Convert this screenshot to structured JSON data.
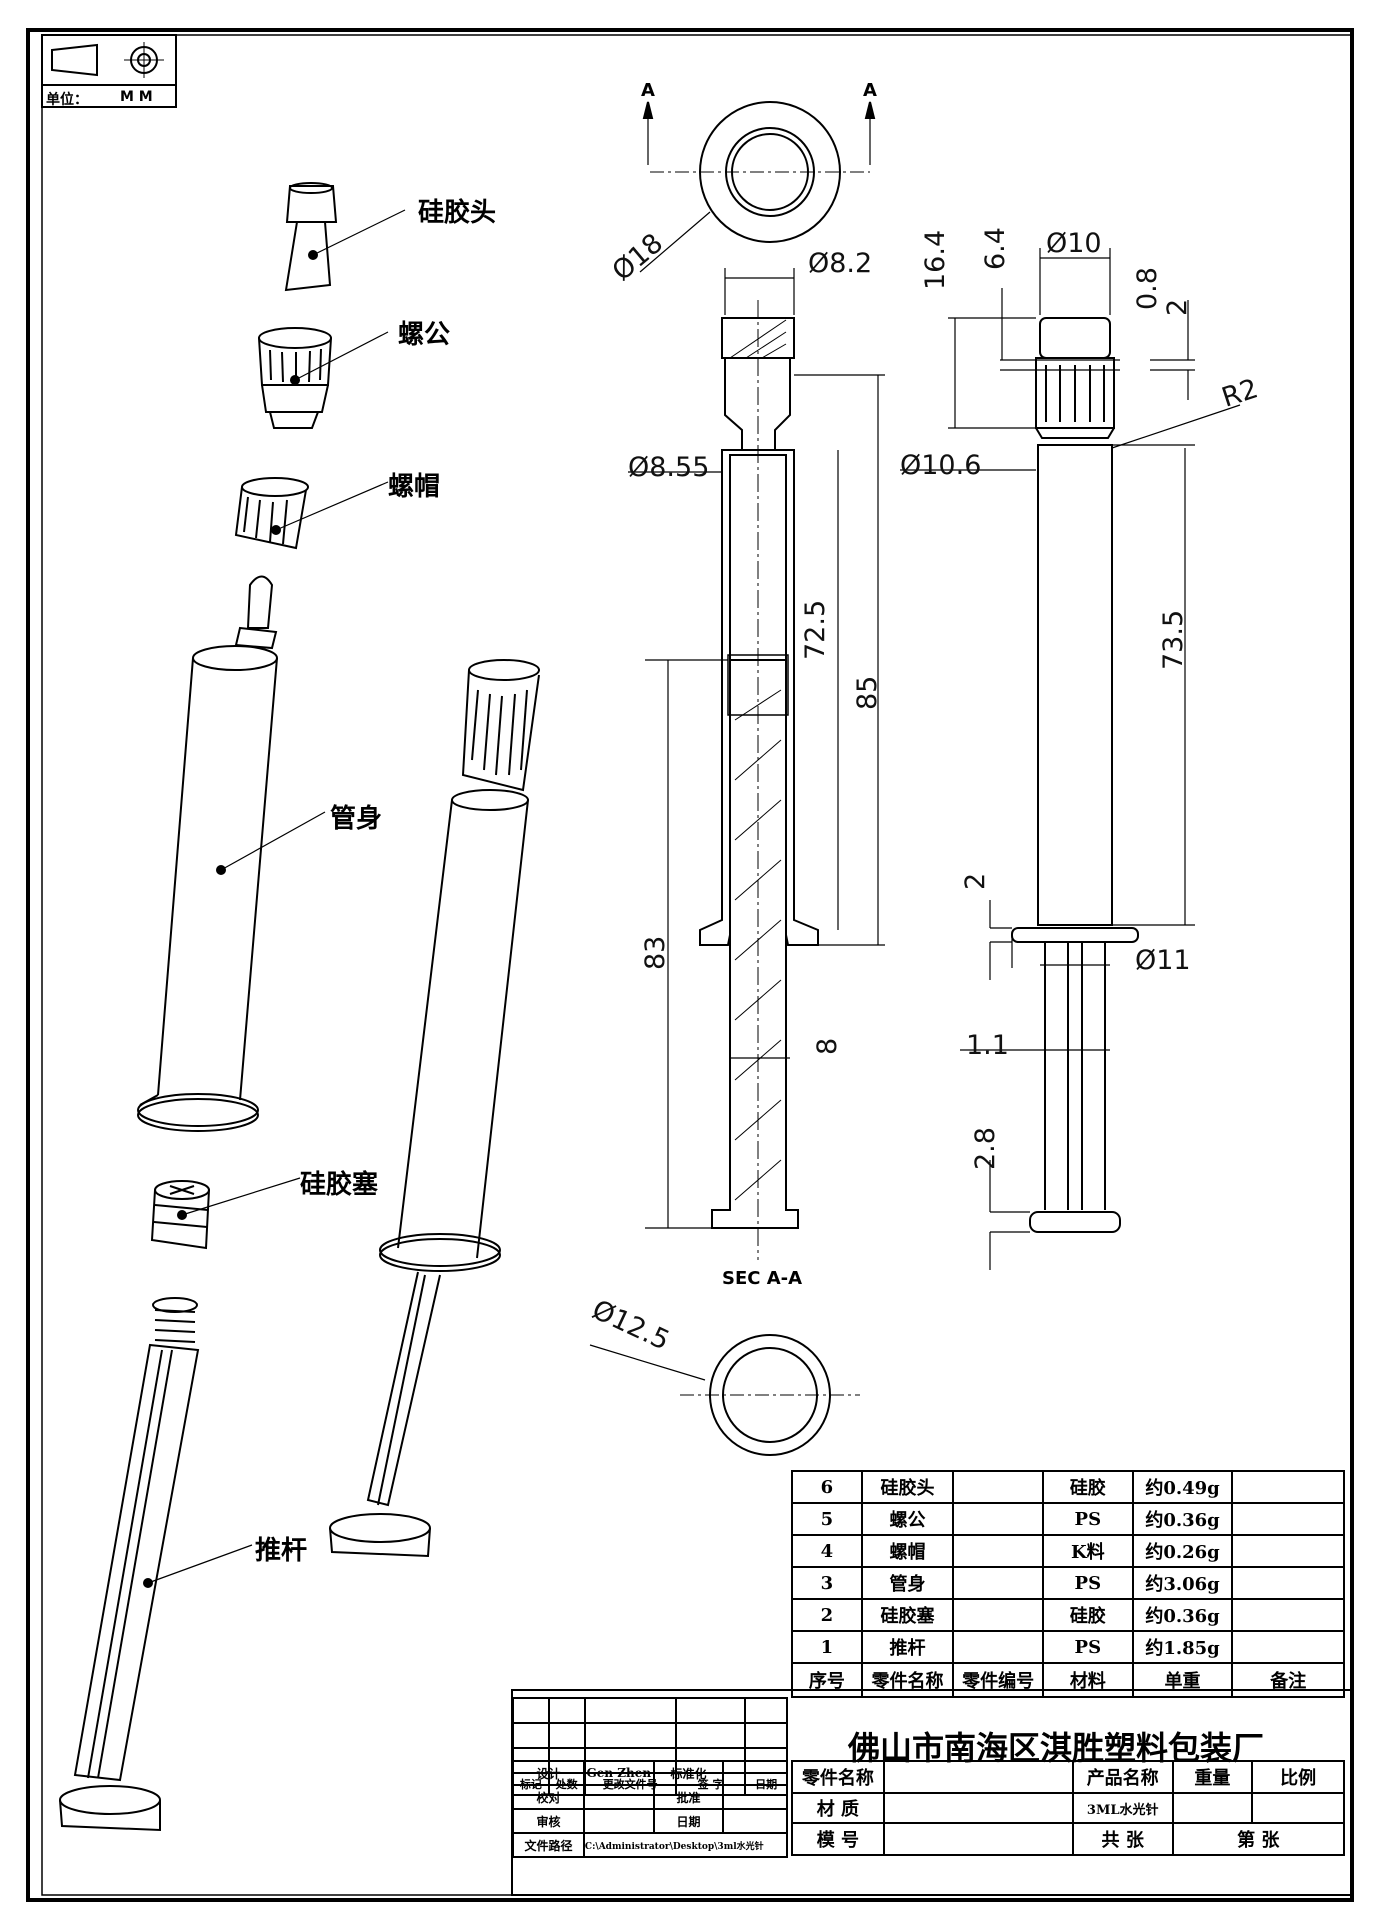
{
  "units": {
    "label": "单位：",
    "value": "M M"
  },
  "parts_labels": {
    "silicone_head": "硅胶头",
    "nut": "螺公",
    "cap": "螺帽",
    "barrel": "管身",
    "silicone_plug": "硅胶塞",
    "plunger": "推杆"
  },
  "section_marks": {
    "a_left": "A",
    "a_right": "A",
    "section_title": "SEC A-A"
  },
  "dimensions": {
    "d18": "Ø18",
    "d8_2": "Ø8.2",
    "d8_55": "Ø8.55",
    "d10_6": "Ø10.6",
    "d10": "Ø10",
    "d11": "Ø11",
    "d12_5": "Ø12.5",
    "r2": "R2",
    "l16_4": "16.4",
    "l6_4": "6.4",
    "l0_8": "0.8",
    "l2_top": "2",
    "l72_5": "72.5",
    "l85": "85",
    "l73_5": "73.5",
    "l83": "83",
    "l8": "8",
    "l2_mid": "2",
    "l1_1": "1.1",
    "l2_8": "2.8"
  },
  "bom": {
    "headers": [
      "序号",
      "零件名称",
      "零件编号",
      "材料",
      "单重",
      "备注"
    ],
    "rows": [
      [
        "6",
        "硅胶头",
        "",
        "硅胶",
        "约0.49g",
        ""
      ],
      [
        "5",
        "螺公",
        "",
        "PS",
        "约0.36g",
        ""
      ],
      [
        "4",
        "螺帽",
        "",
        "K料",
        "约0.26g",
        ""
      ],
      [
        "3",
        "管身",
        "",
        "PS",
        "约3.06g",
        ""
      ],
      [
        "2",
        "硅胶塞",
        "",
        "硅胶",
        "约0.36g",
        ""
      ],
      [
        "1",
        "推杆",
        "",
        "PS",
        "约1.85g",
        ""
      ]
    ]
  },
  "title_block": {
    "company": "佛山市南海区淇胜塑料包装厂",
    "rev_headers": [
      "标记",
      "处数",
      "更改文件号",
      "签 字",
      "日期"
    ],
    "design": "设计",
    "designer": "Gen Zhen",
    "standardize": "标准化",
    "check": "校对",
    "approve": "批准",
    "review": "审核",
    "date": "日期",
    "file_path_label": "文件路径",
    "file_path": "C:\\Administrator\\Desktop\\3ml水光针",
    "part_name": "零件名称",
    "product_name": "产品名称",
    "weight": "重量",
    "scale": "比例",
    "material": "材 质",
    "product_value": "3ML水光针",
    "mold_no": "模 号",
    "total_sheets": "共 张",
    "sheet_no": "第 张"
  }
}
